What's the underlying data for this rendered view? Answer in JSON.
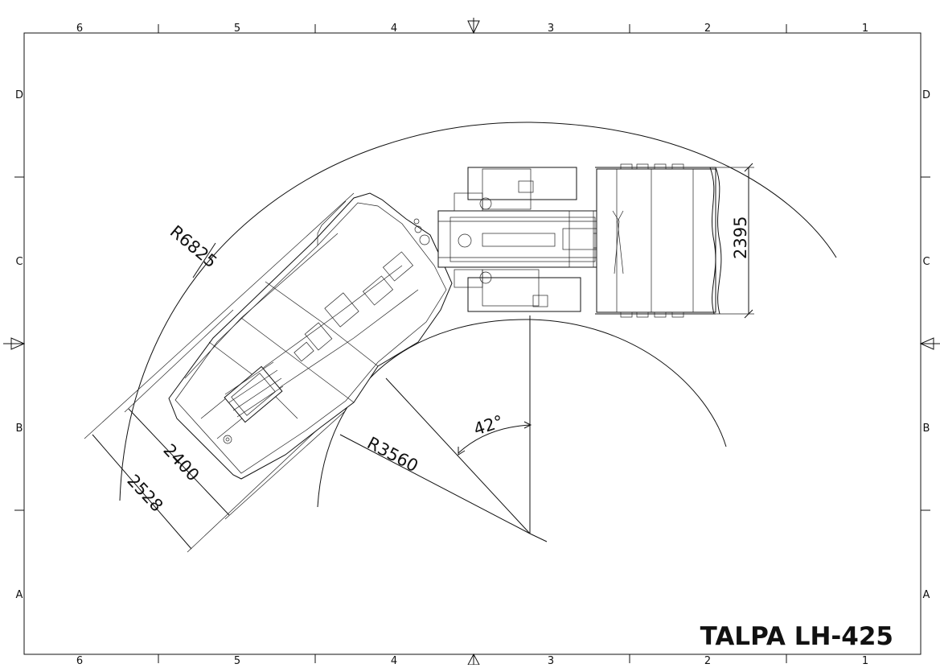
{
  "title": "TALPA LH-425",
  "grid": {
    "columns": [
      "6",
      "5",
      "4",
      "3",
      "2",
      "1"
    ],
    "rows": [
      "D",
      "C",
      "B",
      "A"
    ]
  },
  "dimensions": {
    "outer_radius": "R6825",
    "inner_radius": "R3560",
    "angle": "42°",
    "width_front": "2395",
    "width_rear_inner": "2400",
    "width_rear_outer": "2528"
  }
}
